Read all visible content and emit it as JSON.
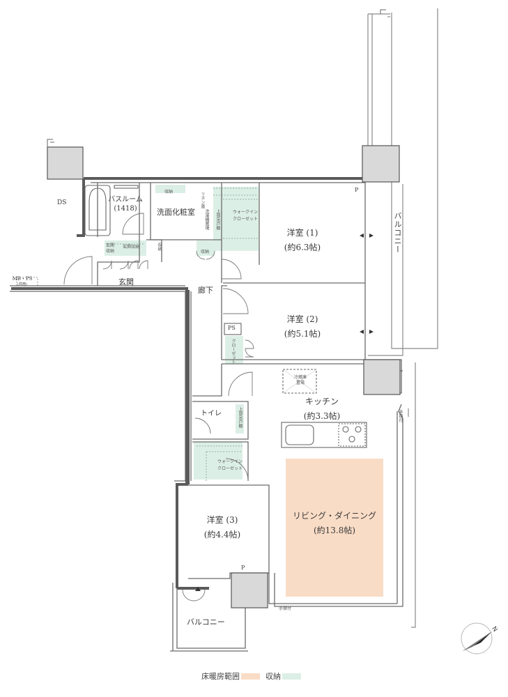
{
  "rooms": {
    "western1": {
      "name": "洋室 (1)",
      "area": "(約6.3帖)"
    },
    "western2": {
      "name": "洋室 (2)",
      "area": "(約5.1帖)"
    },
    "western3": {
      "name": "洋室 (3)",
      "area": "(約4.4帖)"
    },
    "kitchen": {
      "name": "キッチン",
      "area": "(約3.3帖)"
    },
    "living": {
      "name": "リビング・ダイニング",
      "area": "(約13.8帖)"
    },
    "bathroom": {
      "name": "バスルーム",
      "size": "(1418)"
    },
    "washroom": "洗面化粧室",
    "entrance": "玄関",
    "corridor": "廊下",
    "toilet": "トイレ"
  },
  "storage": {
    "wic1": "ウォークイン\nクローゼット",
    "wic2": "ウォークイン\nクローゼット",
    "closet": "クローゼット",
    "entrance_storage": "玄関\n収納",
    "entrance_storage2": "玄関収納",
    "storage_a": "収納",
    "storage_b": "収納",
    "storage_c": "収納",
    "linen": "リネン庫",
    "washer": "洗濯機置場",
    "fridge": "冷蔵庫\n置場",
    "upper_shelf1": "上部吊戸棚",
    "upper_shelf2": "上部吊戸棚"
  },
  "markers": {
    "ds": "DS",
    "mbps": "MB・PS",
    "mbps_note": "(共用)",
    "ps": "PS",
    "p1": "P",
    "p2": "P",
    "handrail1": "手摺付",
    "handrail2": "手摺付"
  },
  "balconies": {
    "main": "バルコニー",
    "west": "バルコニー"
  },
  "compass": {
    "north": "N"
  },
  "legend": {
    "floor_heating": "床暖房範囲",
    "storage": "収納",
    "floor_heating_color": "#f9dcc6",
    "storage_color": "#dcefe6"
  }
}
